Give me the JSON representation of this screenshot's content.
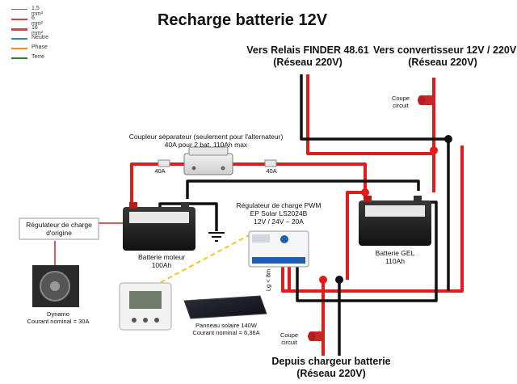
{
  "title": "Recharge batterie 12V",
  "legend": [
    {
      "label": "1,5 mm²",
      "color": "#e53935",
      "width": 1
    },
    {
      "label": "6 mm²",
      "color": "#e53935",
      "width": 2
    },
    {
      "label": "16 mm²",
      "color": "#e53935",
      "width": 3.5
    },
    {
      "label": "Neutre",
      "color": "#1e88e5",
      "width": 2
    },
    {
      "label": "Phase",
      "color": "#fb8c00",
      "width": 2
    },
    {
      "label": "Terre",
      "color": "#2e7d32",
      "width": 2
    }
  ],
  "relay": {
    "line1": "Vers Relais FINDER 48.61",
    "line2": "(Réseau 220V)"
  },
  "converter": {
    "line1": "Vers convertisseur 12V / 220V",
    "line2": "(Réseau 220V)"
  },
  "coupe_top": {
    "line1": "Coupe",
    "line2": "circuit"
  },
  "coupe_bottom": {
    "line1": "Coupe",
    "line2": "circuit"
  },
  "coupler": {
    "line1": "Coupleur séparateur (seulement pour l'alternateur)",
    "line2": "40A pour 2 bat. 110Ah max"
  },
  "fuse_left": "40A",
  "fuse_right": "40A",
  "regulator_origin": {
    "line1": "Régulateur de charge",
    "line2": "d'origine"
  },
  "battery_motor": {
    "line1": "Batterie moteur",
    "line2": "100Ah"
  },
  "pwm": {
    "line1": "Régulateur de charge PWM",
    "line2": "EP Solar LS2024B",
    "line3": "12V / 24V – 20A"
  },
  "battery_gel": {
    "line1": "Batterie GEL",
    "line2": "110Ah"
  },
  "cable_length": "Lg < 8m",
  "dynamo": {
    "line1": "Dynamo",
    "line2": "Courant nominal = 30A"
  },
  "panel": {
    "line1": "Panneau solaire 140W",
    "line2": "Courant nominal = 6,36A"
  },
  "charger": {
    "line1": "Depuis chargeur batterie",
    "line2": "(Réseau 220V)"
  }
}
